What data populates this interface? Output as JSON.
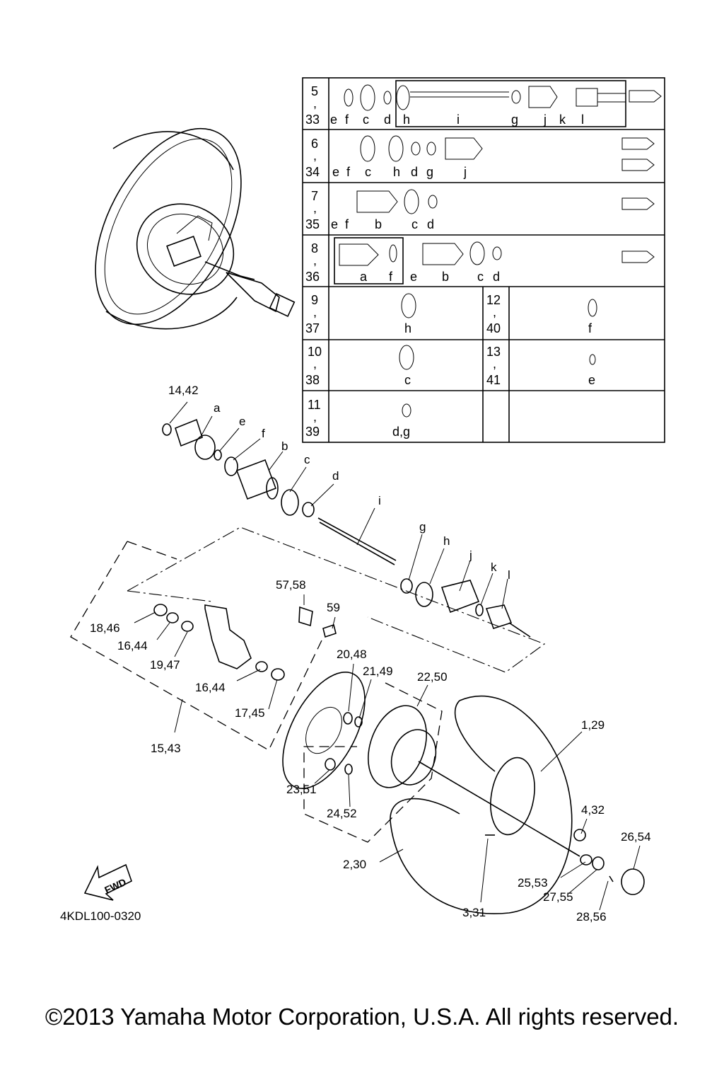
{
  "diagram_code": "4KDL100-0320",
  "copyright": "©2013 Yamaha Motor Corporation, U.S.A. All rights reserved.",
  "fwd_label": "FWD",
  "table": {
    "rows": [
      {
        "top": "5",
        "sep": ",",
        "bot": "33",
        "letters": [
          "e",
          "f",
          "c",
          "d",
          "h",
          "i",
          "g",
          "j",
          "k",
          "l"
        ]
      },
      {
        "top": "6",
        "sep": ",",
        "bot": "34",
        "letters": [
          "e",
          "f",
          "c",
          "h",
          "d",
          "g",
          "j"
        ]
      },
      {
        "top": "7",
        "sep": ",",
        "bot": "35",
        "letters": [
          "e",
          "f",
          "b",
          "c",
          "d"
        ]
      },
      {
        "top": "8",
        "sep": ",",
        "bot": "36",
        "letters": [
          "a",
          "f",
          "e",
          "b",
          "c",
          "d"
        ]
      },
      {
        "top": "9",
        "sep": ",",
        "bot": "37",
        "letters": [
          "h"
        ],
        "right": {
          "top": "12",
          "sep": ",",
          "bot": "40",
          "letters": [
            "f"
          ]
        }
      },
      {
        "top": "10",
        "sep": ",",
        "bot": "38",
        "letters": [
          "c"
        ],
        "right": {
          "top": "13",
          "sep": ",",
          "bot": "41",
          "letters": [
            "e"
          ]
        }
      },
      {
        "top": "11",
        "sep": ",",
        "bot": "39",
        "letters": [
          "d,g"
        ]
      }
    ]
  },
  "labels": {
    "l1442": "14,42",
    "la": "a",
    "le": "e",
    "lf": "f",
    "lb": "b",
    "lc": "c",
    "ld": "d",
    "li": "i",
    "lg": "g",
    "lh": "h",
    "lj": "j",
    "lk": "k",
    "ll": "l",
    "l5758": "57,58",
    "l59": "59",
    "l1846": "18,46",
    "l1644a": "16,44",
    "l1947": "19,47",
    "l1644b": "16,44",
    "l1745": "17,45",
    "l1543": "15,43",
    "l2048": "20,48",
    "l2149": "21,49",
    "l2250": "22,50",
    "l129": "1,29",
    "l2351": "23,51",
    "l2452": "24,52",
    "l432": "4,32",
    "l2654": "26,54",
    "l230": "2,30",
    "l2553": "25,53",
    "l2755": "27,55",
    "l331": "3,31",
    "l2856": "28,56"
  }
}
